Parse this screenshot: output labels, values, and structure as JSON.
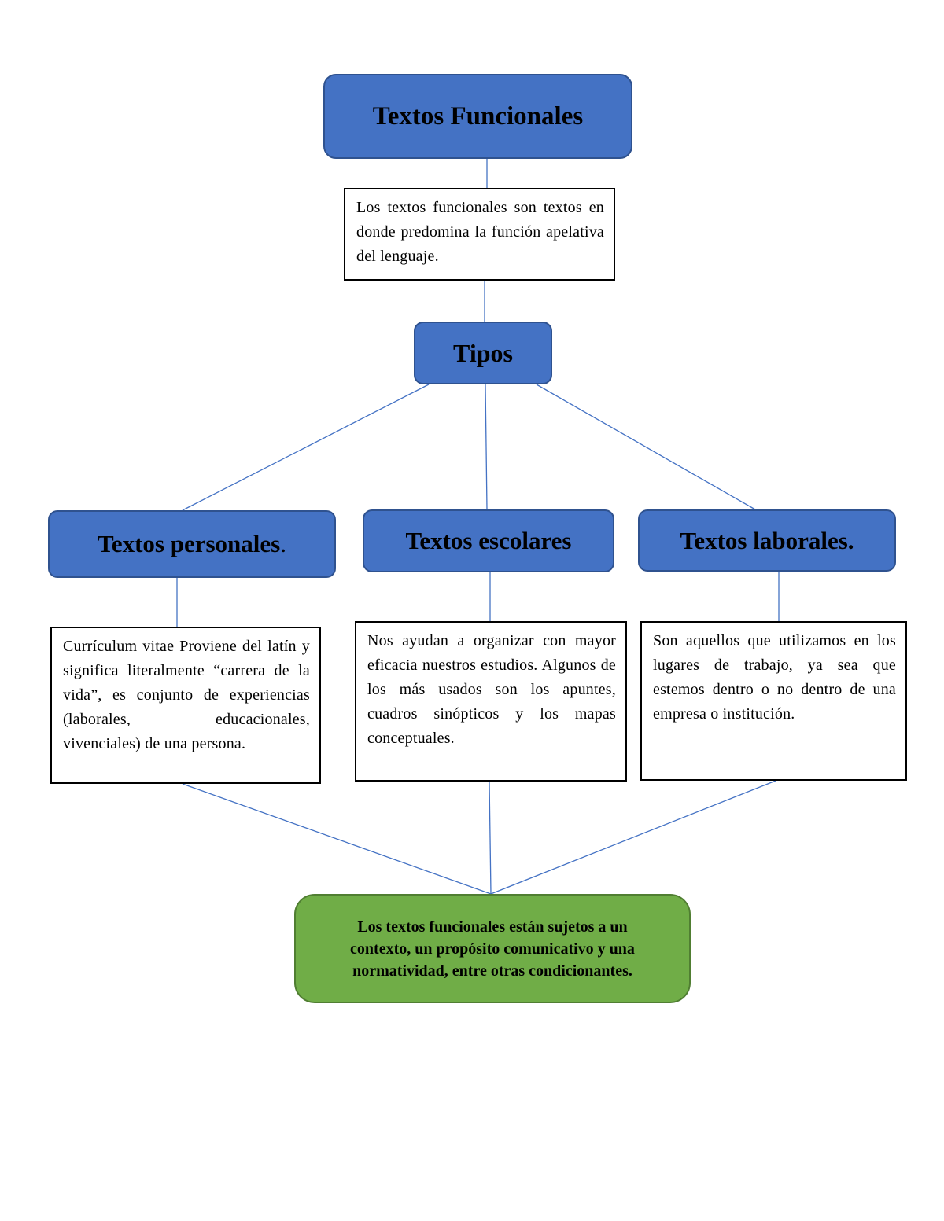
{
  "diagram": {
    "type": "concept-map",
    "colors": {
      "primary_node": "#4472c4",
      "primary_border": "#2f528f",
      "conclusion_node": "#70ad47",
      "conclusion_border": "#507e32",
      "connector": "#4472c4"
    },
    "root": {
      "title": "Textos Funcionales"
    },
    "definition": {
      "text": "Los textos funcionales son textos en donde predomina la función apelativa del lenguaje."
    },
    "types_header": {
      "title": "Tipos"
    },
    "types": [
      {
        "title": "Textos personales",
        "title_suffix": ".",
        "description": "Currículum vitae Proviene del latín y significa literalmente “carrera de la vida”, es conjunto de experiencias (laborales, educacionales, vivenciales) de una persona."
      },
      {
        "title": "Textos escolares",
        "title_suffix": "",
        "description": "Nos ayudan a organizar con mayor eficacia nuestros estudios. Algunos de los más usados son los apuntes, cuadros sinópticos y los mapas conceptuales."
      },
      {
        "title": "Textos laborales.",
        "title_suffix": "",
        "description": "Son aquellos que utilizamos en los lugares de trabajo, ya sea que estemos dentro o no dentro de una empresa o institución."
      }
    ],
    "conclusion": {
      "text": "Los textos funcionales están sujetos a un contexto, un propósito comunicativo y una normatividad, entre otras condicionantes."
    }
  }
}
